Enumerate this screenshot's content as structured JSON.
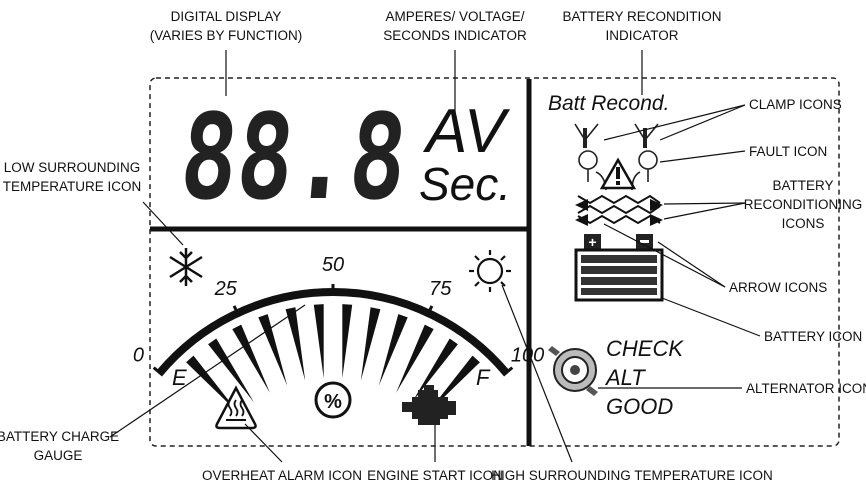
{
  "display": {
    "digits": "88.8",
    "unit_top": "AV",
    "unit_bottom": "Sec.",
    "recond_label": "Batt Recond.",
    "gauge_ticks": [
      "0",
      "25",
      "50",
      "75",
      "100"
    ],
    "gauge_empty": "E",
    "gauge_full": "F",
    "gauge_center": "%",
    "alt_status": [
      "CHECK",
      "ALT",
      "GOOD"
    ]
  },
  "callouts": {
    "digital_display": [
      "DIGITAL DISPLAY",
      "(VARIES BY FUNCTION)"
    ],
    "amp_volt_sec": [
      "AMPERES/ VOLTAGE/",
      "SECONDS INDICATOR"
    ],
    "recond_indicator": [
      "BATTERY RECONDITION",
      "INDICATOR"
    ],
    "low_temp": [
      "LOW SURROUNDING",
      "TEMPERATURE ICON"
    ],
    "clamp_icons": "CLAMP ICONS",
    "fault_icon": "FAULT ICON",
    "recond_icons": [
      "BATTERY",
      "RECONDITIONING",
      "ICONS"
    ],
    "arrow_icons": "ARROW ICONS",
    "battery_icon": "BATTERY ICON",
    "alternator_icon": "ALTERNATOR ICON",
    "charge_gauge": [
      "BATTERY CHARGE",
      "GAUGE"
    ],
    "overheat": "OVERHEAT ALARM ICON",
    "engine_start": "ENGINE START ICON",
    "high_temp": "HIGH SURROUNDING TEMPERATURE ICON"
  }
}
